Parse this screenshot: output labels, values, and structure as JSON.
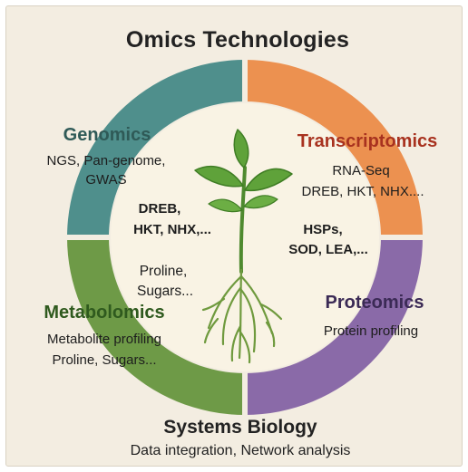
{
  "title": "Omics Technologies",
  "colors": {
    "genomics": "#4f8f8c",
    "transcriptomics": "#ec9150",
    "proteomics": "#8a6aa8",
    "metabolomics": "#6e9a47",
    "center": "#f9f3e4",
    "plant": "#5a9a3a"
  },
  "quadrants": {
    "genomics": {
      "label": "Genomics",
      "lines": [
        "NGS, Pan-genome,",
        "GWAS"
      ]
    },
    "transcriptomics": {
      "label": "Transcriptomics",
      "lines": [
        "RNA-Seq",
        "DREB, HKT, NHX...."
      ]
    },
    "proteomics": {
      "label": "Proteomics",
      "lines": [
        "Protein profiling"
      ]
    },
    "metabolomics": {
      "label": "Metabolomics",
      "lines": [
        "Metabolite profiling",
        "Proline, Sugars..."
      ]
    }
  },
  "center_labels": {
    "genes": [
      "DREB,",
      "HKT, NHX,..."
    ],
    "proteins": [
      "HSPs,",
      "SOD, LEA,..."
    ],
    "metabolites": [
      "Proline,",
      "Sugars..."
    ]
  },
  "systems_biology": {
    "title": "Systems Biology",
    "subtitle": "Data integration, Network analysis"
  }
}
